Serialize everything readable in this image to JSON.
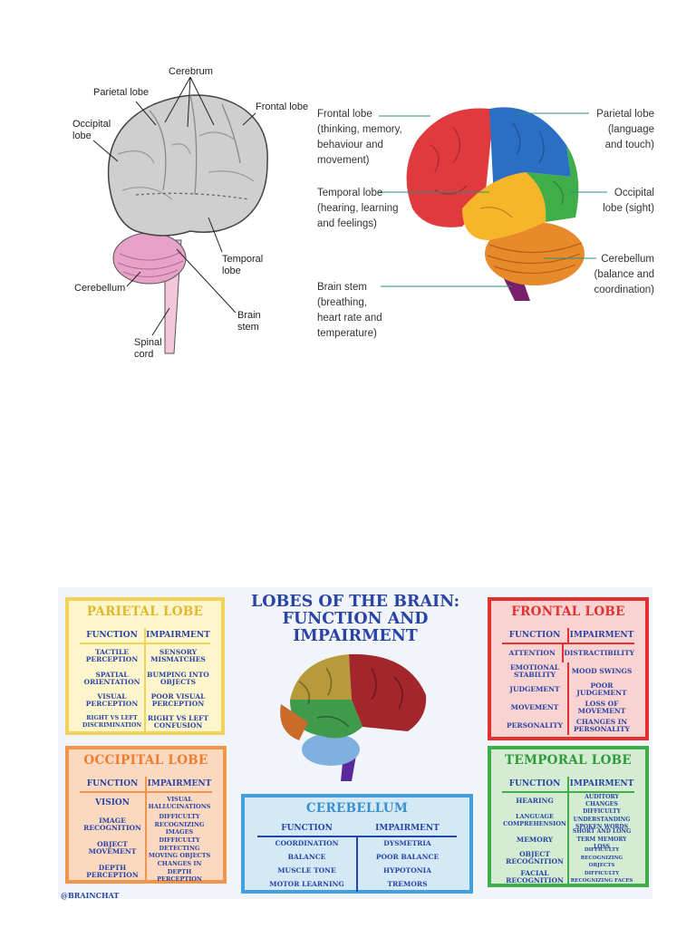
{
  "left_diagram": {
    "labels": {
      "cerebrum": "Cerebrum",
      "parietal": "Parietal lobe",
      "frontal": "Frontal lobe",
      "occipital": [
        "Occipital",
        "lobe"
      ],
      "temporal": [
        "Temporal",
        "lobe"
      ],
      "cerebellum": "Cerebellum",
      "brain_stem": [
        "Brain",
        "stem"
      ],
      "spinal_cord": [
        "Spinal",
        "cord"
      ]
    }
  },
  "right_diagram": {
    "labels": {
      "frontal": [
        "Frontal lobe",
        "(thinking, memory,",
        "behaviour and",
        "movement)"
      ],
      "temporal": [
        "Temporal lobe",
        "(hearing, learning",
        "and feelings)"
      ],
      "brain_stem": [
        "Brain stem",
        "(breathing,",
        "heart rate and",
        "temperature)"
      ],
      "parietal": [
        "Parietal lobe",
        "(language",
        "and touch)"
      ],
      "occipital": [
        "Occipital",
        "lobe (sight)"
      ],
      "cerebellum": [
        "Cerebellum",
        "(balance and",
        "coordination)"
      ]
    },
    "colors": {
      "frontal": "#e03a3e",
      "parietal": "#2a6fc4",
      "temporal": "#f7b52a",
      "occipital": "#3fae49",
      "cerebellum": "#e8892b",
      "stem": "#7a1f6b"
    }
  },
  "infographic": {
    "title": [
      "LOBES OF THE BRAIN:",
      "FUNCTION AND",
      "IMPAIRMENT"
    ],
    "credit": "@BRAINCHAT",
    "parietal": {
      "title": "PARIETAL LOBE",
      "col1": "FUNCTION",
      "col2": "IMPAIRMENT",
      "rows": [
        [
          "TACTILE PERCEPTION",
          "SENSORY MISMATCHES"
        ],
        [
          "SPATIAL ORIENTATION",
          "BUMPING INTO OBJECTS"
        ],
        [
          "VISUAL PERCEPTION",
          "POOR VISUAL PERCEPTION"
        ],
        [
          "RIGHT VS LEFT DISCRIMINATION",
          "RIGHT VS LEFT CONFUSION"
        ]
      ]
    },
    "frontal": {
      "title": "FRONTAL LOBE",
      "col1": "FUNCTION",
      "col2": "IMPAIRMENT",
      "rows": [
        [
          "ATTENTION",
          "DISTRACTIBILITY"
        ],
        [
          "EMOTIONAL STABILITY",
          "MOOD SWINGS"
        ],
        [
          "JUDGEMENT",
          "POOR JUDGEMENT"
        ],
        [
          "MOVEMENT",
          "LOSS OF MOVEMENT"
        ],
        [
          "PERSONALITY",
          "CHANGES IN PERSONALITY"
        ]
      ]
    },
    "occipital": {
      "title": "OCCIPITAL LOBE",
      "col1": "FUNCTION",
      "col2": "IMPAIRMENT",
      "rows": [
        [
          "VISION",
          "VISUAL HALLUCINATIONS"
        ],
        [
          "IMAGE RECOGNITION",
          "DIFFICULTY RECOGNIZING IMAGES"
        ],
        [
          "OBJECT MOVEMENT",
          "DIFFICULTY DETECTING MOVING OBJECTS"
        ],
        [
          "DEPTH PERCEPTION",
          "CHANGES IN DEPTH PERCEPTION"
        ]
      ]
    },
    "cerebellum": {
      "title": "CEREBELLUM",
      "col1": "FUNCTION",
      "col2": "IMPAIRMENT",
      "rows": [
        [
          "COORDINATION",
          "DYSMETRIA"
        ],
        [
          "BALANCE",
          "POOR BALANCE"
        ],
        [
          "MUSCLE TONE",
          "HYPOTONIA"
        ],
        [
          "MOTOR LEARNING",
          "TREMORS"
        ]
      ]
    },
    "temporal": {
      "title": "TEMPORAL LOBE",
      "col1": "FUNCTION",
      "col2": "IMPAIRMENT",
      "rows": [
        [
          "HEARING",
          "AUDITORY CHANGES"
        ],
        [
          "LANGUAGE COMPREHENSION",
          "DIFFICULTY UNDERSTANDING SPOKEN WORDS"
        ],
        [
          "MEMORY",
          "SHORT AND LONG TERM MEMORY LOSS"
        ],
        [
          "OBJECT RECOGNITION",
          "DIFFICULTY RECOGNIZING OBJECTS"
        ],
        [
          "FACIAL RECOGNITION",
          "DIFFICULTY RECOGNIZING FACES"
        ]
      ]
    }
  }
}
